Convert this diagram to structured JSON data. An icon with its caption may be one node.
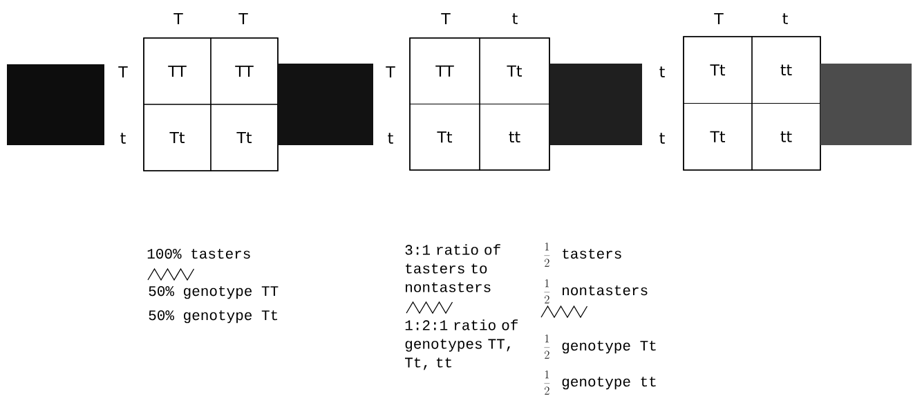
{
  "diagram": {
    "nodes": [
      {
        "text": [],
        "shape": "box"
      },
      {
        "text": [
          "TT"
        ],
        "in": 0
      },
      {
        "text": [
          "TT"
        ],
        "in": 0
      },
      {
        "text": [
          "Tt"
        ],
        "in": 0
      },
      {
        "text": [
          "Tt"
        ],
        "in": 0
      },
      {
        "text": [],
        "shape": "box"
      },
      {
        "text": [
          "TT"
        ],
        "in": 5
      },
      {
        "text": [
          "Tt"
        ],
        "in": 5
      },
      {
        "text": [
          "Tt"
        ],
        "in": 5
      },
      {
        "text": [
          "tt"
        ],
        "in": 5
      },
      {
        "text": [],
        "shape": "box"
      },
      {
        "text": [
          "Tt"
        ],
        "in": 10
      },
      {
        "text": [
          "tt"
        ],
        "in": 10
      },
      {
        "text": [
          "Tt"
        ],
        "in": 10
      },
      {
        "text": [
          "tt"
        ],
        "in": 10
      },
      {
        "text": [],
        "shape": "box"
      },
      {
        "text": [],
        "shape": "box"
      },
      {
        "text": [],
        "shape": "box"
      },
      {
        "text": [],
        "shape": "box"
      }
    ],
    "edges": [],
    "labels": [
      "T",
      "T",
      "T",
      "t",
      "T",
      "t",
      "T",
      "t",
      "T",
      "t",
      "t",
      "t",
      "100% tasters",
      "50% genotype TT",
      "50% genotype Tt",
      "3:1 ratio of tasters to nontasters",
      "1:2:1 ratio of genotypes TT, Tt, tt",
      "\\frac{1}{2}",
      "tasters",
      "\\frac{1}{2}",
      "nontasters",
      "\\frac{1}{2}",
      "genotype Tt",
      "\\frac{1}{2}",
      "genotype tt"
    ]
  }
}
